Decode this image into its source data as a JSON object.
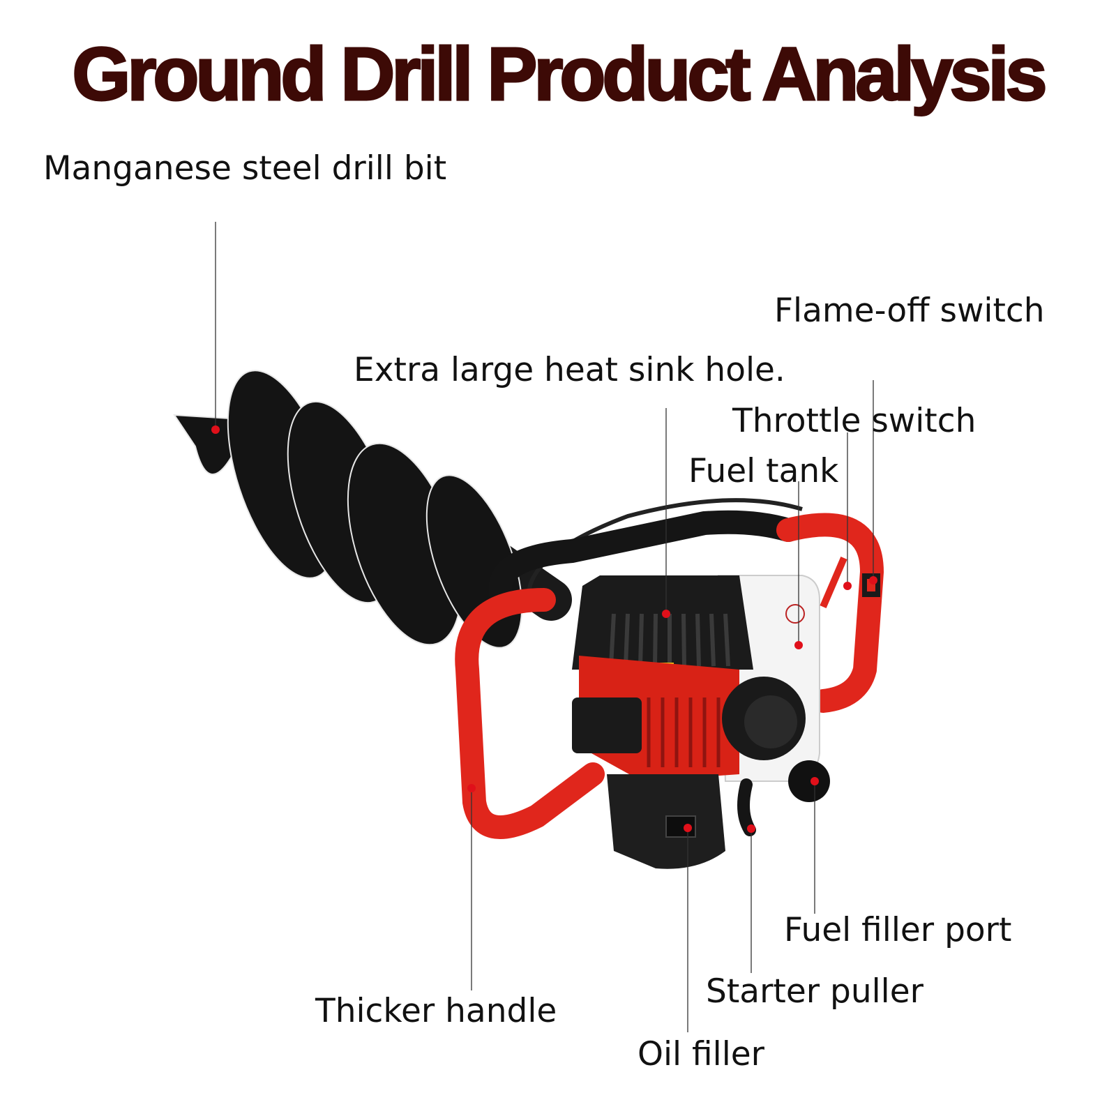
{
  "title": "Ground Drill Product Analysis",
  "labels": {
    "drill_bit": "Manganese steel drill bit",
    "flame_off": "Flame-off switch",
    "heat_sink": "Extra large heat sink hole.",
    "throttle": "Throttle switch",
    "fuel_tank": "Fuel tank",
    "fuel_filler": "Fuel filler port",
    "starter": "Starter puller",
    "handle": "Thicker handle",
    "oil_filler": "Oil filler"
  },
  "colors": {
    "title": "#3d0a06",
    "accent_red": "#e0261c",
    "auger_black": "#141414",
    "marker": "#e0101a"
  }
}
